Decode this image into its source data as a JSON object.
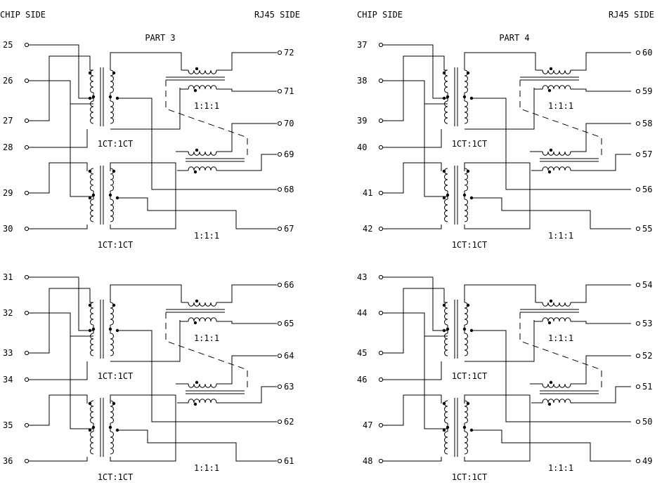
{
  "headers": {
    "chip_left": "CHIP SIDE",
    "rj45_left": "RJ45 SIDE",
    "chip_right": "CHIP SIDE",
    "rj45_right": "RJ45 SIDE"
  },
  "blocks": [
    {
      "title": "PART 3",
      "chip_pins": [
        "25",
        "26",
        "27",
        "28",
        "29",
        "30"
      ],
      "rj45_pins": [
        "72",
        "71",
        "70",
        "69",
        "68",
        "67"
      ],
      "ratio_labels": [
        "1CT:1CT",
        "1CT:1CT"
      ],
      "choke_labels": [
        "1:1:1",
        "1:1:1"
      ]
    },
    {
      "title": "PART 4",
      "chip_pins": [
        "37",
        "38",
        "39",
        "40",
        "41",
        "42"
      ],
      "rj45_pins": [
        "60",
        "59",
        "58",
        "57",
        "56",
        "55"
      ],
      "ratio_labels": [
        "1CT:1CT",
        "1CT:1CT"
      ],
      "choke_labels": [
        "1:1:1",
        "1:1:1"
      ]
    },
    {
      "title": "",
      "chip_pins": [
        "31",
        "32",
        "33",
        "34",
        "35",
        "36"
      ],
      "rj45_pins": [
        "66",
        "65",
        "64",
        "63",
        "62",
        "61"
      ],
      "ratio_labels": [
        "1CT:1CT",
        "1CT:1CT"
      ],
      "choke_labels": [
        "1:1:1",
        "1:1:1"
      ]
    },
    {
      "title": "",
      "chip_pins": [
        "43",
        "44",
        "45",
        "46",
        "47",
        "48"
      ],
      "rj45_pins": [
        "54",
        "53",
        "52",
        "51",
        "50",
        "49"
      ],
      "ratio_labels": [
        "1CT:1CT",
        "1CT:1CT"
      ],
      "choke_labels": [
        "1:1:1",
        "1:1:1"
      ]
    }
  ]
}
